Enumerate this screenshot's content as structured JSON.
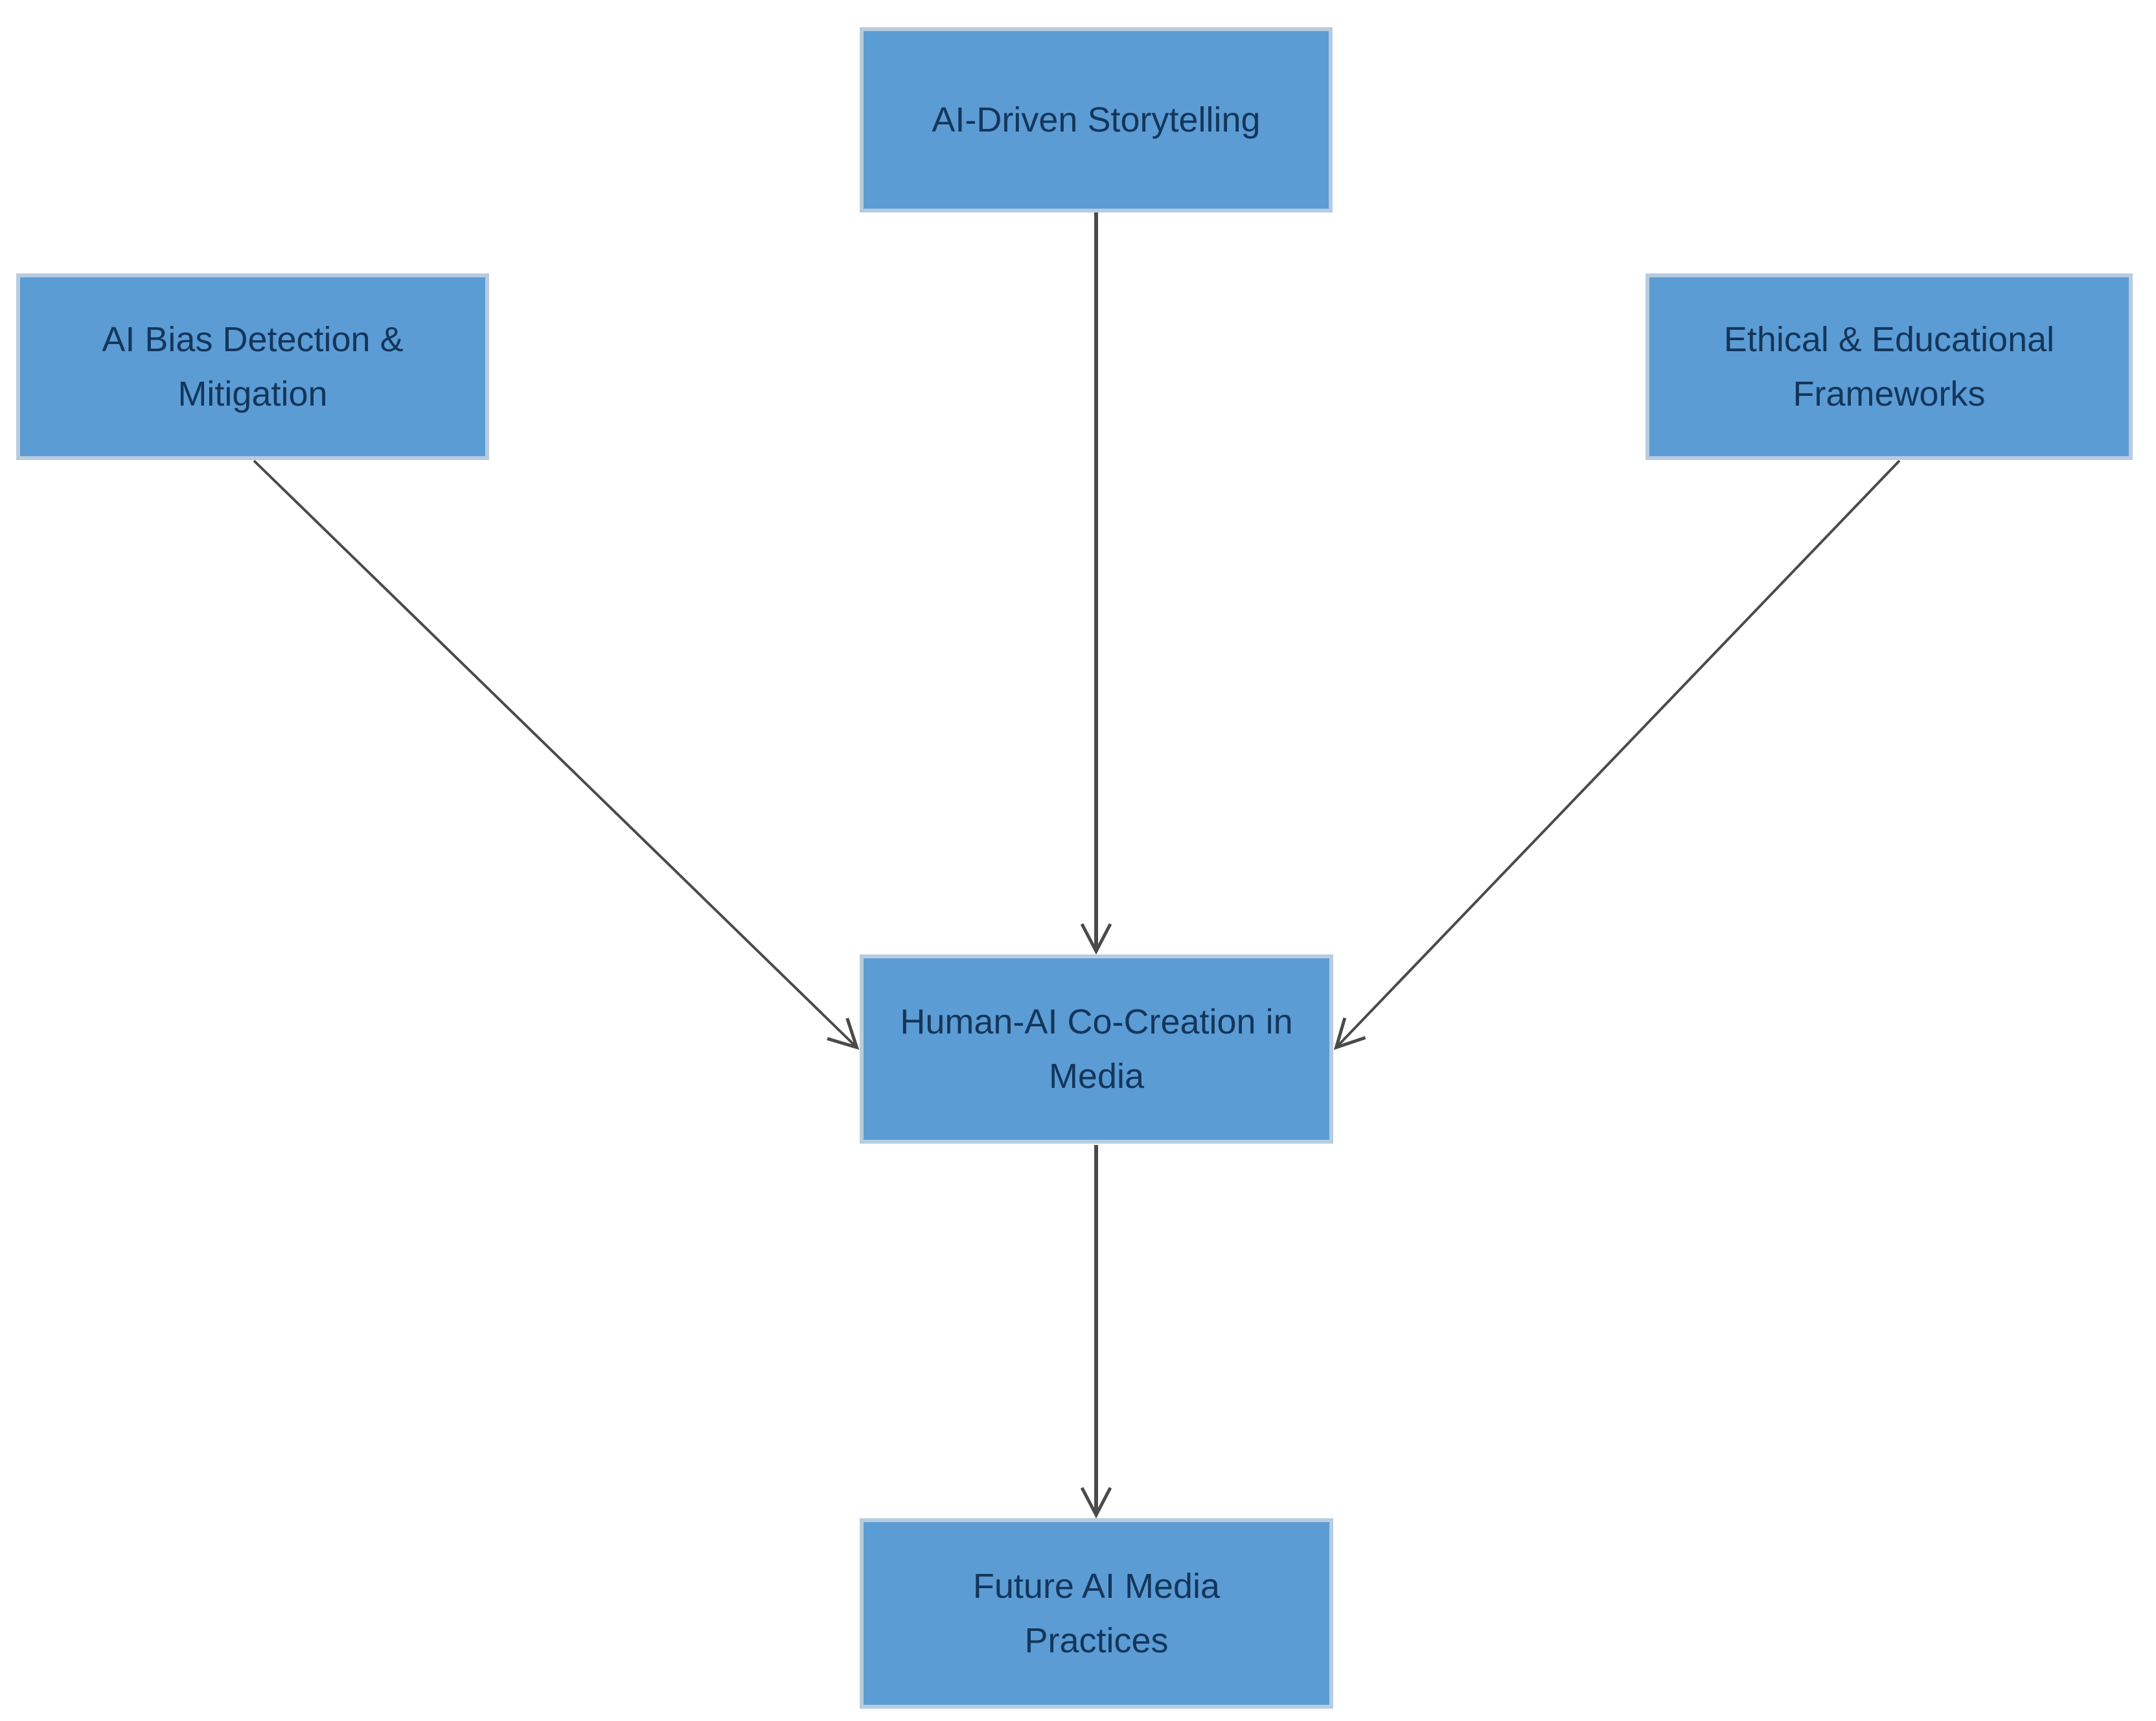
{
  "diagram": {
    "type": "flowchart",
    "background": "#FFFFFF",
    "colors": {
      "node_fill": "#5B9CD5",
      "node_border": "#B7CCDE",
      "node_text": "#14365A",
      "arrow": "#4A4A4A"
    },
    "nodes": [
      {
        "id": "ai-driven-storytelling",
        "label": "AI-Driven Storytelling",
        "lines": [
          "AI-Driven Storytelling"
        ],
        "position": "top-center"
      },
      {
        "id": "ai-bias-detection-mitigation",
        "label": "AI Bias Detection & Mitigation",
        "lines": [
          "AI Bias Detection &",
          "Mitigation"
        ],
        "position": "upper-left"
      },
      {
        "id": "ethical-educational-frameworks",
        "label": "Ethical & Educational Frameworks",
        "lines": [
          "Ethical & Educational",
          "Frameworks"
        ],
        "position": "upper-right"
      },
      {
        "id": "human-ai-co-creation-in-media",
        "label": "Human-AI Co-Creation in Media",
        "lines": [
          "Human-AI Co-Creation in",
          "Media"
        ],
        "position": "center"
      },
      {
        "id": "future-ai-media-practices",
        "label": "Future AI Media Practices",
        "lines": [
          "Future AI Media",
          "Practices"
        ],
        "position": "bottom-center"
      }
    ],
    "edges": [
      {
        "from": "ai-driven-storytelling",
        "to": "human-ai-co-creation-in-media",
        "style": "straight-down-arrow"
      },
      {
        "from": "ai-bias-detection-mitigation",
        "to": "human-ai-co-creation-in-media",
        "style": "diagonal-arrow"
      },
      {
        "from": "ethical-educational-frameworks",
        "to": "human-ai-co-creation-in-media",
        "style": "diagonal-arrow"
      },
      {
        "from": "human-ai-co-creation-in-media",
        "to": "future-ai-media-practices",
        "style": "straight-down-arrow"
      }
    ]
  }
}
